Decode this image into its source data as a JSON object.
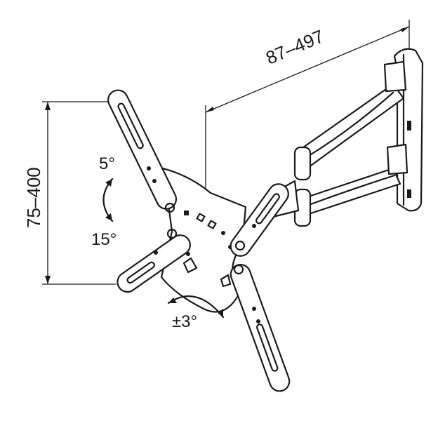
{
  "dimensions": {
    "arm_extension": "87–497",
    "vesa_range": "75–400"
  },
  "angles": {
    "tilt_up": "5°",
    "tilt_down": "15°",
    "rotation": "±3°"
  },
  "colors": {
    "line": "#1a1a1a",
    "background": "#ffffff"
  }
}
